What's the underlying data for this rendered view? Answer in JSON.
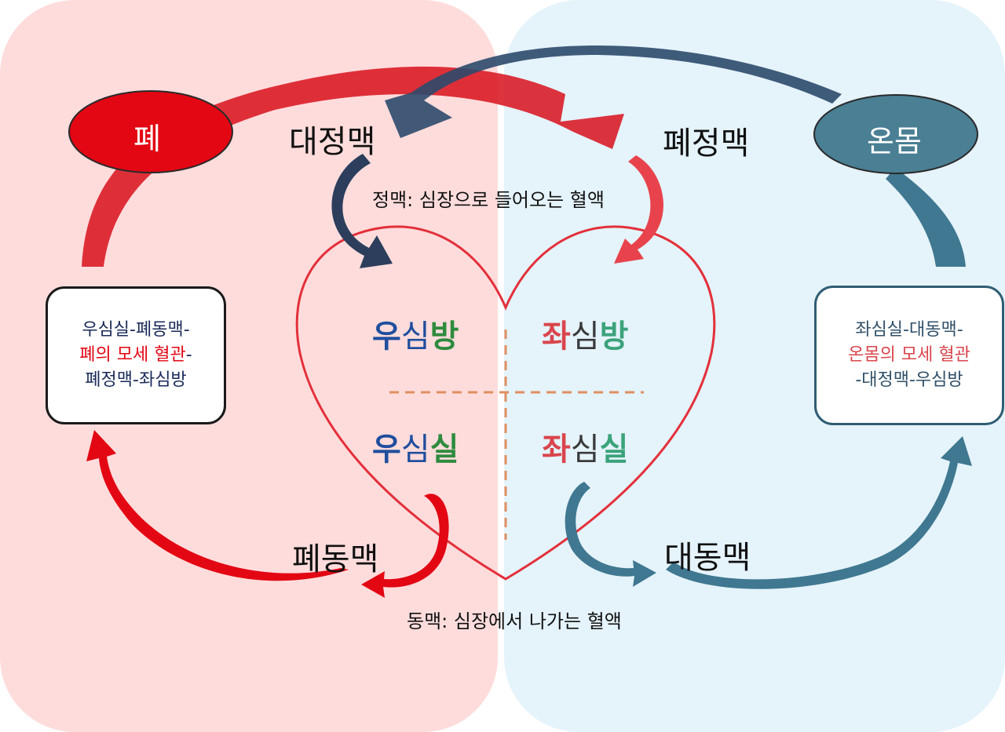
{
  "colors": {
    "pulmonary_bg": "#ffdcdc",
    "systemic_bg": "#e5f3fb",
    "red": "#e30613",
    "navy": "#2c3e5c",
    "teal": "#3f7890",
    "right_prefix": "#1f4e9e",
    "left_prefix": "#d9454c",
    "green_suffix": "#2e8b3e",
    "teal_suffix": "#3ba37a"
  },
  "organs": {
    "lung": "폐",
    "body": "온몸"
  },
  "vessels": {
    "vena_cava": "대정맥",
    "pulmonary_vein": "폐정맥",
    "pulmonary_artery": "폐동맥",
    "aorta": "대동맥"
  },
  "notes": {
    "vein_def": "정맥: 심장으로 들어오는 혈액",
    "artery_def": "동맥: 심장에서 나가는 혈액"
  },
  "chambers": {
    "ra": {
      "prefix": "우",
      "mid": "심",
      "suffix": "방"
    },
    "la": {
      "prefix": "좌",
      "mid": "심",
      "suffix": "방"
    },
    "rv": {
      "prefix": "우",
      "mid": "심",
      "suffix": "실"
    },
    "lv": {
      "prefix": "좌",
      "mid": "심",
      "suffix": "실"
    }
  },
  "pulmonary_box": {
    "line1": "우심실-폐동맥-",
    "line2_red": "폐의 모세 혈관",
    "line2_tail": "-",
    "line3": "폐정맥-좌심방"
  },
  "systemic_box": {
    "line1": "좌심실-대동맥-",
    "line2_red": "온몸의 모세 혈관",
    "line3": "-대정맥-우심방"
  }
}
